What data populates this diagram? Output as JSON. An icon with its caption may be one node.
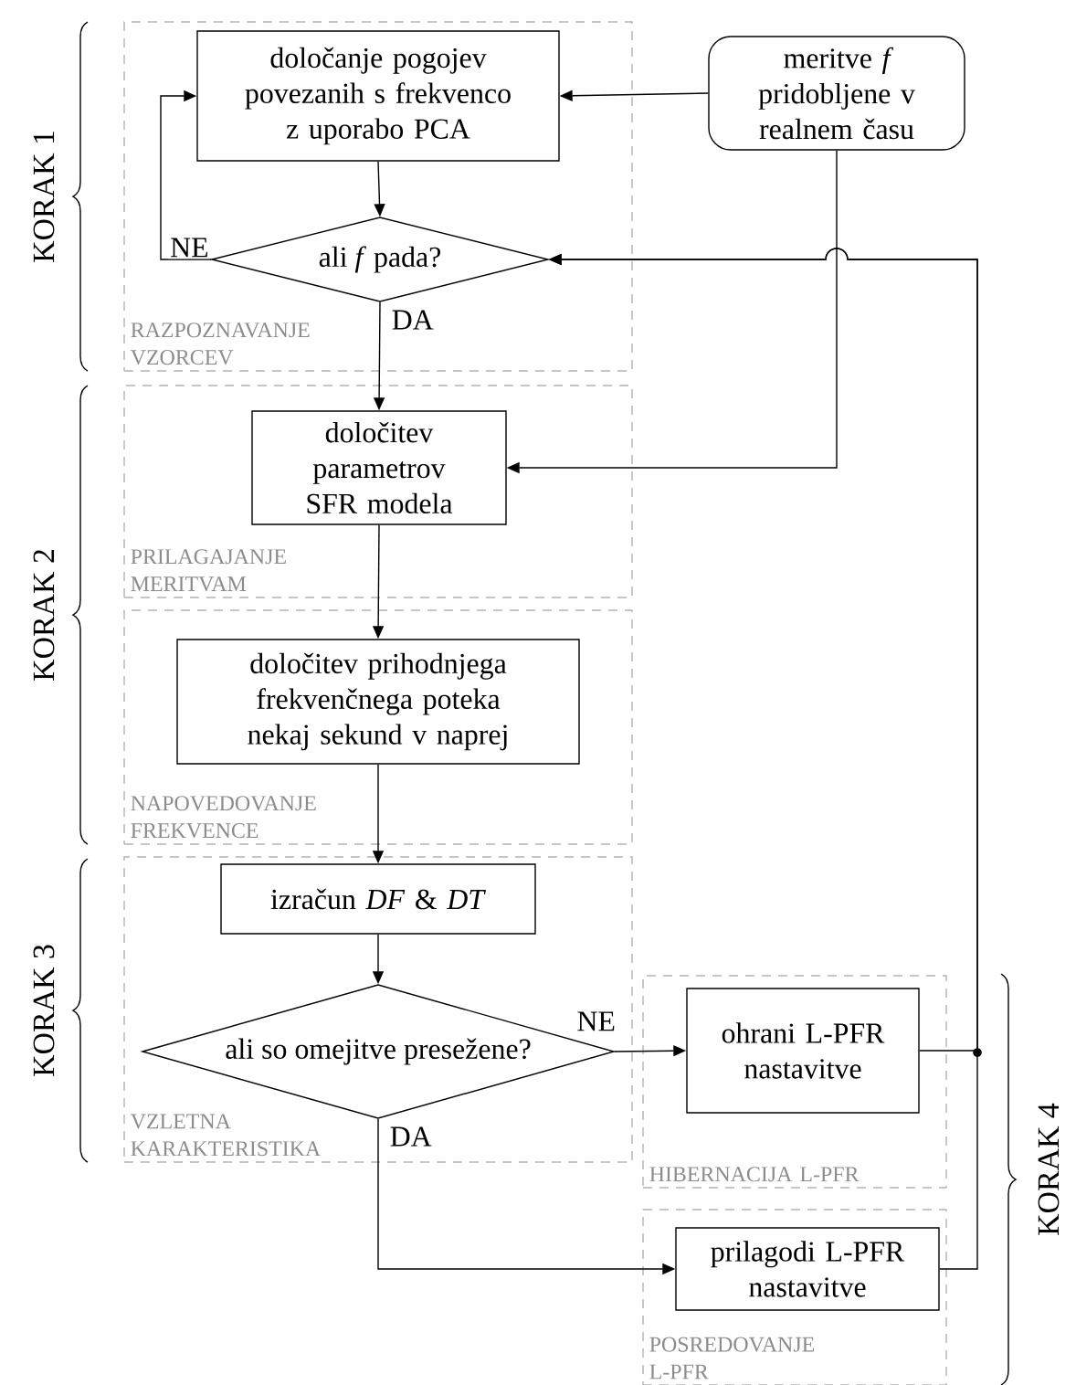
{
  "diagram": {
    "nodes": [
      {
        "text": [
          "RAZPOZNAVANJE VZORCEV"
        ]
      },
      {
        "text": [
          "določanje pogojev povezanih s frekvenco z uporabo PCA"
        ],
        "in": 0
      },
      {
        "text": [
          "ali *f* pada?"
        ],
        "in": 0
      },
      {
        "text": [
          "meritve *f* pridobljene v realnem času"
        ]
      },
      {
        "text": [
          "PRILAGAJANJE MERITVAM"
        ]
      },
      {
        "text": [
          "določitev parametrov SFR modela"
        ],
        "in": 4
      },
      {
        "text": [
          "NAPOVEDOVANJE FREKVENCE"
        ]
      },
      {
        "text": [
          "določitev prihodnjega frekvenčnega poteka nekaj sekund v naprej"
        ],
        "in": 6
      },
      {
        "text": [
          "VZLETNA KARAKTERISTIKA"
        ]
      },
      {
        "text": [
          "izračun *DF* & *DT*"
        ],
        "in": 8
      },
      {
        "text": [
          "ali so omejitve presežene?"
        ],
        "in": 8
      },
      {
        "text": [
          "HIBERNACIJA L-PFR"
        ]
      },
      {
        "text": [
          "ohrani L-PFR nastavitve"
        ],
        "in": 11
      },
      {
        "text": [
          "POSREDOVANJE L-PFR"
        ]
      },
      {
        "text": [
          "prilagodi L-PFR nastavitve"
        ],
        "in": 13
      }
    ],
    "edges": [
      {
        "from": 1,
        "to": 2,
        "arrow": "to"
      },
      {
        "from": 2,
        "to": 1,
        "arrow": "to",
        "label": "NE"
      },
      {
        "from": 2,
        "to": 5,
        "arrow": "to",
        "label": "DA"
      },
      {
        "from": 3,
        "to": 1,
        "arrow": "to"
      },
      {
        "from": 3,
        "to": 5,
        "arrow": "to"
      },
      {
        "from": 5,
        "to": 7,
        "arrow": "to"
      },
      {
        "from": 7,
        "to": 9,
        "arrow": "to"
      },
      {
        "from": 9,
        "to": 10,
        "arrow": "to"
      },
      {
        "from": 10,
        "to": 12,
        "arrow": "to",
        "label": "NE"
      },
      {
        "from": 10,
        "to": 14,
        "arrow": "to",
        "label": "DA"
      },
      {
        "from": 12,
        "to": 2,
        "arrow": "to"
      },
      {
        "from": 14,
        "to": 2,
        "arrow": "to"
      }
    ],
    "labels": [
      "KORAK 1",
      "KORAK 2",
      "KORAK 3",
      "KORAK 4"
    ]
  }
}
